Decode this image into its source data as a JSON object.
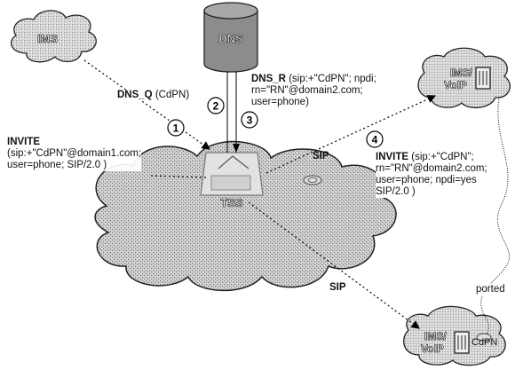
{
  "nodes": {
    "ims_left": "IMS",
    "dns": "DNS",
    "ims_voip_top": [
      "IMS/",
      "VoIP"
    ],
    "tss": "TSS",
    "ims_voip_bottom": [
      "IMS/",
      "VoIP"
    ],
    "cdpn": "CdPN"
  },
  "steps": [
    "1",
    "2",
    "3",
    "4"
  ],
  "messages": {
    "dns_q": {
      "name": "DNS_Q",
      "arg": "(CdPN)"
    },
    "invite_1": {
      "name": "INVITE",
      "lines": [
        "(sip:+\"CdPN\"@domain1.com;",
        "user=phone; SIP/2.0 )"
      ]
    },
    "dns_r": {
      "name": "DNS_R",
      "first": "(sip:+\"CdPN\"; npdi;",
      "lines": [
        "rn=\"RN\"@domain2.com;",
        "user=phone)"
      ]
    },
    "invite_4": {
      "name": "INVITE",
      "first": "(sip:+\"CdPN\";",
      "lines": [
        "rn=\"RN\"@domain2.com;",
        "user=phone; npdi=yes",
        "SIP/2.0 )"
      ]
    }
  },
  "links": {
    "sip_top": "SIP",
    "sip_bottom": "SIP",
    "ported": "ported"
  }
}
